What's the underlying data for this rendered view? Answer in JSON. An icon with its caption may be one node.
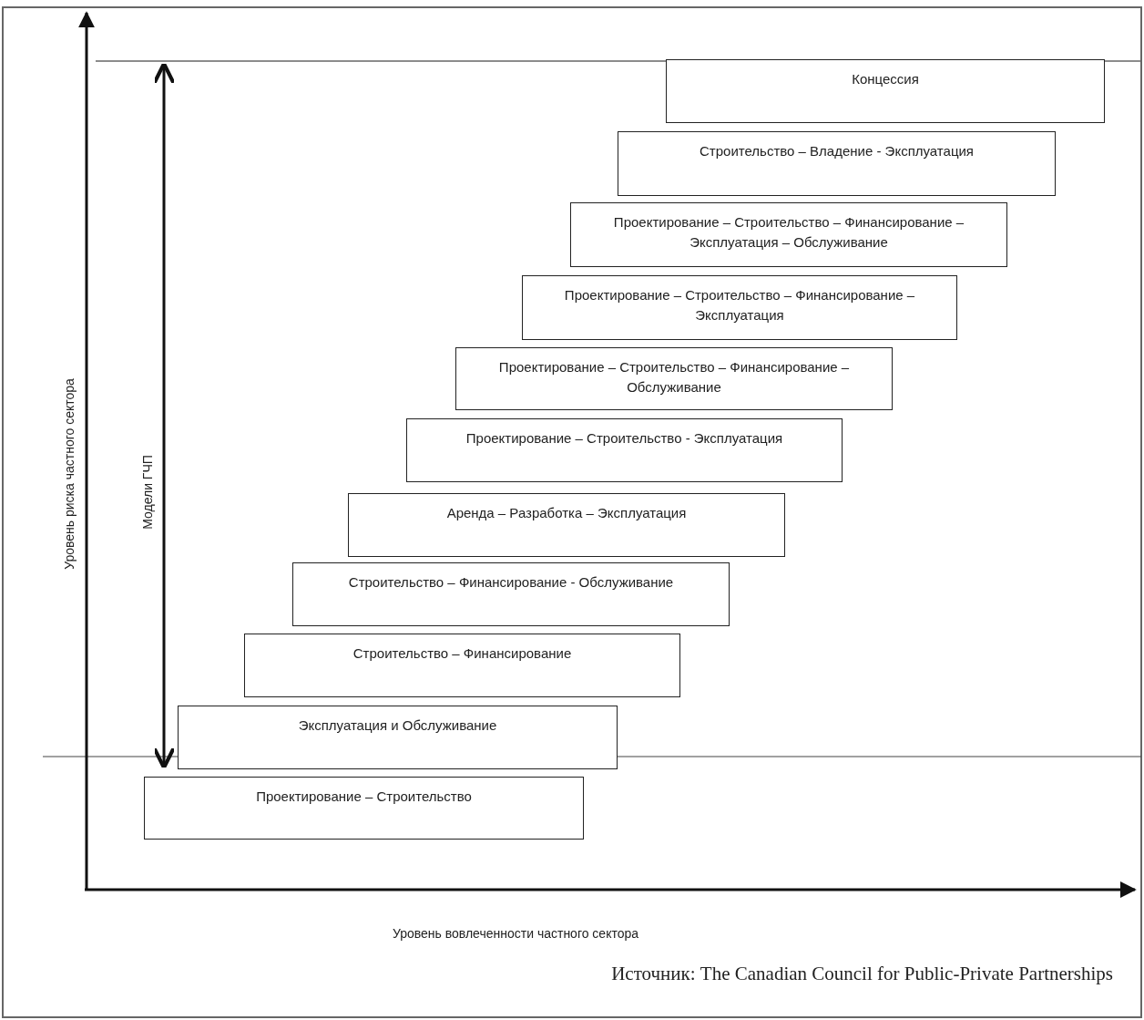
{
  "diagram": {
    "caption": "Источник: The Canadian Council for Public-Private Partnerships",
    "nodes": [
      {
        "text": [
          "Концессия"
        ]
      },
      {
        "text": [
          "Строительство – Владение - Эксплуатация"
        ]
      },
      {
        "text": [
          "Проектирование – Строительство – Финансирование – Эксплуатация – Обслуживание"
        ]
      },
      {
        "text": [
          "Проектирование – Строительство – Финансирование – Эксплуатация"
        ]
      },
      {
        "text": [
          "Проектирование – Строительство – Финансирование – Обслуживание"
        ]
      },
      {
        "text": [
          "Проектирование – Строительство - Эксплуатация"
        ]
      },
      {
        "text": [
          "Аренда – Разработка – Эксплуатация"
        ]
      },
      {
        "text": [
          "Строительство – Финансирование - Обслуживание"
        ]
      },
      {
        "text": [
          "Строительство – Финансирование"
        ]
      },
      {
        "text": [
          "Эксплуатация и Обслуживание"
        ]
      },
      {
        "text": [
          "Проектирование – Строительство"
        ]
      }
    ],
    "edges": [],
    "labels": [
      "Уровень риска частного сектора",
      "Модели ГЧП",
      "Уровень вовлеченности частного сектора"
    ]
  }
}
